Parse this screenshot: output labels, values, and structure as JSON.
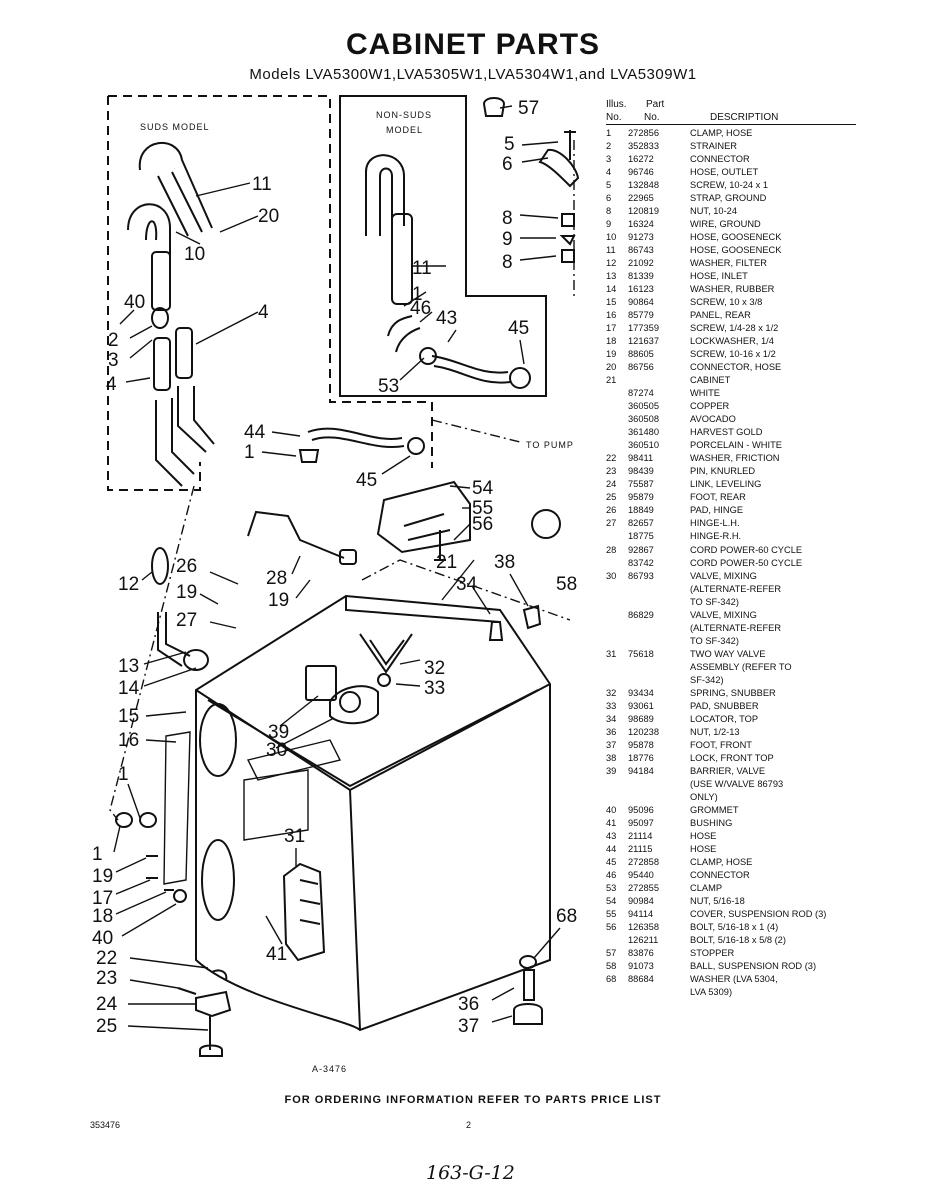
{
  "header": {
    "title": "CABINET PARTS",
    "models": "Models LVA5300W1,LVA5305W1,LVA5304W1,and LVA5309W1"
  },
  "diagram": {
    "suds_label": "SUDS MODEL",
    "nonsuds_label_1": "NON-SUDS",
    "nonsuds_label_2": "MODEL",
    "pump_label": "TO PUMP",
    "drawing_ref": "A-3476",
    "callouts": [
      "57",
      "5",
      "6",
      "8",
      "9",
      "8",
      "11",
      "20",
      "10",
      "11",
      "1",
      "46",
      "43",
      "45",
      "53",
      "4",
      "40",
      "2",
      "3",
      "4",
      "44",
      "1",
      "45",
      "54",
      "55",
      "56",
      "58",
      "21",
      "38",
      "34",
      "26",
      "19",
      "27",
      "28",
      "19",
      "12",
      "32",
      "33",
      "13",
      "14",
      "15",
      "16",
      "39",
      "30",
      "1",
      "31",
      "1",
      "19",
      "17",
      "18",
      "40",
      "41",
      "68",
      "22",
      "23",
      "24",
      "25",
      "36",
      "37"
    ]
  },
  "table": {
    "header": {
      "illus": "Illus.",
      "no1": "No.",
      "part": "Part",
      "no2": "No.",
      "description": "DESCRIPTION"
    },
    "rows": [
      [
        "1",
        "272856",
        "CLAMP, HOSE"
      ],
      [
        "2",
        "352833",
        "STRAINER"
      ],
      [
        "3",
        "16272",
        "CONNECTOR"
      ],
      [
        "4",
        "96746",
        "HOSE, OUTLET"
      ],
      [
        "5",
        "132848",
        "SCREW, 10-24 x 1"
      ],
      [
        "6",
        "22965",
        "STRAP, GROUND"
      ],
      [
        "8",
        "120819",
        "NUT, 10-24"
      ],
      [
        "9",
        "16324",
        "WIRE, GROUND"
      ],
      [
        "10",
        "91273",
        "HOSE, GOOSENECK"
      ],
      [
        "11",
        "86743",
        "HOSE, GOOSENECK"
      ],
      [
        "12",
        "21092",
        "WASHER, FILTER"
      ],
      [
        "13",
        "81339",
        "HOSE, INLET"
      ],
      [
        "14",
        "16123",
        "WASHER, RUBBER"
      ],
      [
        "15",
        "90864",
        "SCREW, 10 x 3/8"
      ],
      [
        "16",
        "85779",
        "PANEL, REAR"
      ],
      [
        "17",
        "177359",
        "SCREW, 1/4-28 x 1/2"
      ],
      [
        "18",
        "121637",
        "LOCKWASHER, 1/4"
      ],
      [
        "19",
        "88605",
        "SCREW, 10-16 x 1/2"
      ],
      [
        "20",
        "86756",
        "CONNECTOR, HOSE"
      ],
      [
        "21",
        "",
        "CABINET"
      ],
      [
        "",
        "87274",
        "WHITE"
      ],
      [
        "",
        "360505",
        "COPPER"
      ],
      [
        "",
        "360508",
        "AVOCADO"
      ],
      [
        "",
        "361480",
        "HARVEST GOLD"
      ],
      [
        "",
        "360510",
        "PORCELAIN - WHITE"
      ],
      [
        "22",
        "98411",
        "WASHER, FRICTION"
      ],
      [
        "23",
        "98439",
        "PIN, KNURLED"
      ],
      [
        "24",
        "75587",
        "LINK, LEVELING"
      ],
      [
        "25",
        "95879",
        "FOOT, REAR"
      ],
      [
        "26",
        "18849",
        "PAD, HINGE"
      ],
      [
        "27",
        "82657",
        "HINGE-L.H."
      ],
      [
        "",
        "18775",
        "HINGE-R.H."
      ],
      [
        "28",
        "92867",
        "CORD POWER-60 CYCLE"
      ],
      [
        "",
        "83742",
        "CORD POWER-50 CYCLE"
      ],
      [
        "30",
        "86793",
        "VALVE, MIXING"
      ],
      [
        "",
        "",
        "(ALTERNATE-REFER"
      ],
      [
        "",
        "",
        "TO SF-342)"
      ],
      [
        "",
        "86829",
        "VALVE, MIXING"
      ],
      [
        "",
        "",
        "(ALTERNATE-REFER"
      ],
      [
        "",
        "",
        "TO SF-342)"
      ],
      [
        "31",
        "75618",
        "TWO WAY VALVE"
      ],
      [
        "",
        "",
        "ASSEMBLY (REFER TO"
      ],
      [
        "",
        "",
        "SF-342)"
      ],
      [
        "32",
        "93434",
        "SPRING, SNUBBER"
      ],
      [
        "33",
        "93061",
        "PAD, SNUBBER"
      ],
      [
        "34",
        "98689",
        "LOCATOR, TOP"
      ],
      [
        "36",
        "120238",
        "NUT, 1/2-13"
      ],
      [
        "37",
        "95878",
        "FOOT, FRONT"
      ],
      [
        "38",
        "18776",
        "LOCK, FRONT TOP"
      ],
      [
        "39",
        "94184",
        "BARRIER, VALVE"
      ],
      [
        "",
        "",
        "(USE W/VALVE 86793"
      ],
      [
        "",
        "",
        "ONLY)"
      ],
      [
        "40",
        "95096",
        "GROMMET"
      ],
      [
        "41",
        "95097",
        "BUSHING"
      ],
      [
        "43",
        "21114",
        "HOSE"
      ],
      [
        "44",
        "21115",
        "HOSE"
      ],
      [
        "45",
        "272858",
        "CLAMP, HOSE"
      ],
      [
        "46",
        "95440",
        "CONNECTOR"
      ],
      [
        "53",
        "272855",
        "CLAMP"
      ],
      [
        "54",
        "90984",
        "NUT, 5/16-18"
      ],
      [
        "55",
        "94114",
        "COVER, SUSPENSION ROD (3)"
      ],
      [
        "56",
        "126358",
        "BOLT, 5/16-18 x 1 (4)"
      ],
      [
        "",
        "126211",
        "BOLT, 5/16-18 x 5/8 (2)"
      ],
      [
        "57",
        "83876",
        "STOPPER"
      ],
      [
        "58",
        "91073",
        "BALL, SUSPENSION ROD (3)"
      ],
      [
        "68",
        "88684",
        "WASHER (LVA 5304,"
      ],
      [
        "",
        "",
        "LVA 5309)"
      ]
    ]
  },
  "footer": {
    "ordering_note": "FOR ORDERING INFORMATION REFER TO PARTS PRICE LIST",
    "doc_number": "353476",
    "page_number": "2",
    "handwritten": "163-G-12"
  }
}
